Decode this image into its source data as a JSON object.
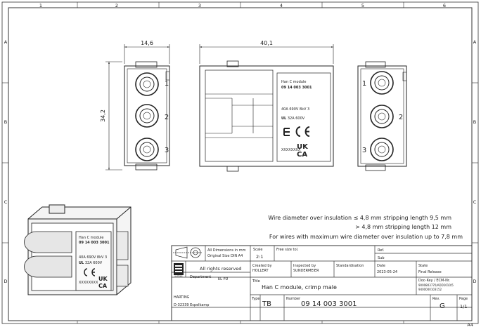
{
  "frame": {
    "columns": [
      "1",
      "2",
      "3",
      "4",
      "5",
      "6"
    ],
    "rows": [
      "A",
      "B",
      "C",
      "D"
    ],
    "sheet_size": "A4"
  },
  "dimensions": {
    "width_front": "14,6",
    "height_front": "34,2",
    "width_side": "40,1"
  },
  "pin_numbers": [
    "1",
    "2",
    "3"
  ],
  "label": {
    "brand_sup": "Han",
    "title": "C module",
    "part_no": "09 14 003 3001",
    "rating_1": "40A 690V 8kV 3",
    "rating_2": "32A 600V",
    "serial": "XXXXXXXX",
    "ul_mark": "UL"
  },
  "notes": [
    "Wire diameter over insulation ≤ 4,8 mm stripping length 9,5 mm",
    "> 4,8 mm stripping length 12 mm",
    "For wires with maximum wire diameter over insulation up to 7,8 mm"
  ],
  "title_block": {
    "dims_note_1": "All Dimensions in mm",
    "dims_note_2": "Original Size DIN A4",
    "scale_label": "Scale",
    "scale_value": "2:1",
    "free_size_label": "Free size tol.",
    "ref_label": "Ref.",
    "sub_label": "Sub",
    "rights": "All rights reserved",
    "created_label": "Created by",
    "created_value": "HOLLERT",
    "inspected_label": "Inspected by",
    "inspected_value": "SUNDERMEIER",
    "standard_label": "Standardisation",
    "date_label": "Date",
    "date_value": "2023-05-24",
    "state_label": "State",
    "state_value": "Final Release",
    "department_label": "Department",
    "department_value": "EL PD",
    "doc_label": "Doc-Key / ECM-Nr.",
    "doc_value_1": "9000803770/ADD1010/5",
    "doc_value_2": "9400000103152",
    "company": "HARTING",
    "address": "D-32339 Espelkamp",
    "title_label": "Title",
    "title_value": "Han C module, crimp male",
    "type_label": "Type",
    "type_value": "TB",
    "number_label": "Number",
    "number_value": "09 14 003 3001",
    "rev_label": "Rev.",
    "rev_value": "G",
    "page_label": "Page",
    "page_value": "1/1",
    "logo_text": "HARTING"
  }
}
